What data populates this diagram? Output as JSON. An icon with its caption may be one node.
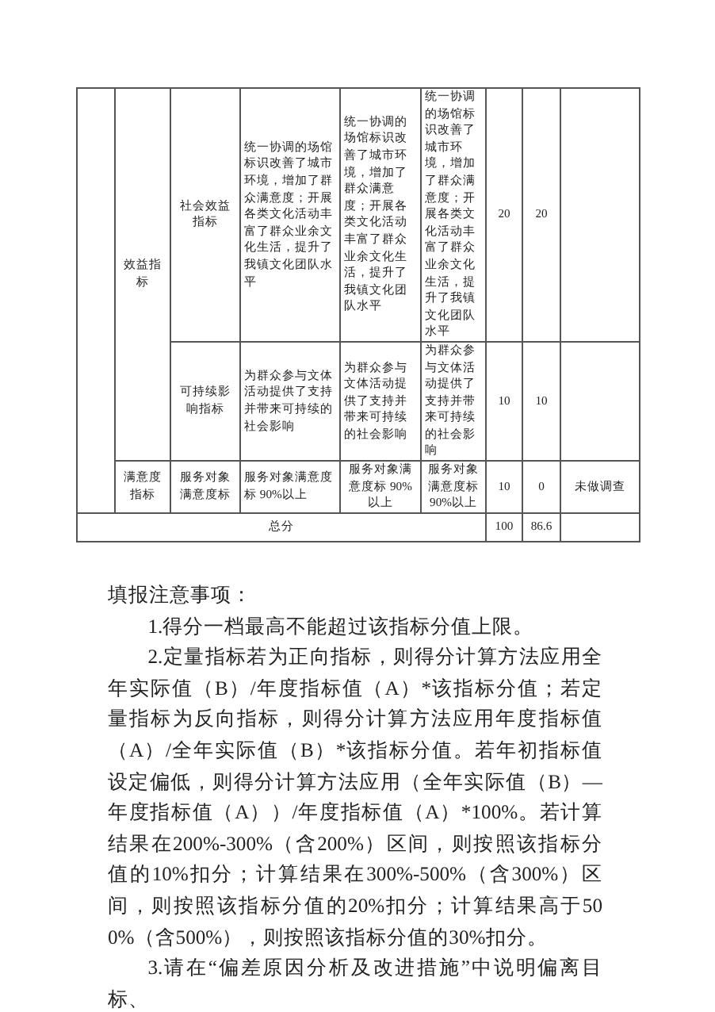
{
  "diagram": {
    "labels": [
      "效益指标",
      "社会效益指标",
      "统一协调的场馆标识改善了城市环境，增加了群众满意度；开展各类文化活动丰富了群众业余文化生活，提升了我镇文化团队水平",
      "统一协调的场馆标识改善了城市环境，增加了群众满意度；开展各类文化活动丰富了群众业余文化生活，提升了我镇文化团队水平",
      "统一协调的场馆标识改善了城市环境，增加了群众满意度；开展各类文化活动丰富了群众业余文化生活，提升了我镇文化团队水平",
      "20",
      "20",
      "可持续影响指标",
      "为群众参与文体活动提供了支持并带来可持续的社会影响",
      "为群众参与文体活动提供了支持并带来可持续的社会影响",
      "为群众参与文体活动提供了支持并带来可持续的社会影响",
      "10",
      "10",
      "满意度指标",
      "服务对象满意度标",
      "服务对象满意度标 90%以上",
      "服务对象满意度标 90%以上",
      "服务对象满意度标 90%以上",
      "10",
      "0",
      "未做调查",
      "总分",
      "100",
      "86.6",
      "填报注意事项：",
      "1.得分一档最高不能超过该指标分值上限。",
      "2.定量指标若为正向指标，则得分计算方法应用全年实际值（B）/年度指标值（A）*该指标分值；若定量指标为反向指标，则得分计算方法应用年度指标值（A）/全年实际值（B）*该指标分值。若年初指标值设定偏低，则得分计算方法应用（全年实际值（B）—年度指标值（A））/年度指标值（A）*100%。若计算结果在200%-300%（含200%）区间，则按照该指标分值的10%扣分；计算结果在300%-500%（含300%）区间，则按照该指标分值的20%扣分；计算结果高于500%（含500%），则按照该指标分值的30%扣分。",
      "3.请在“偏差原因分析及改进措施”中说明偏离目标、"
    ]
  }
}
